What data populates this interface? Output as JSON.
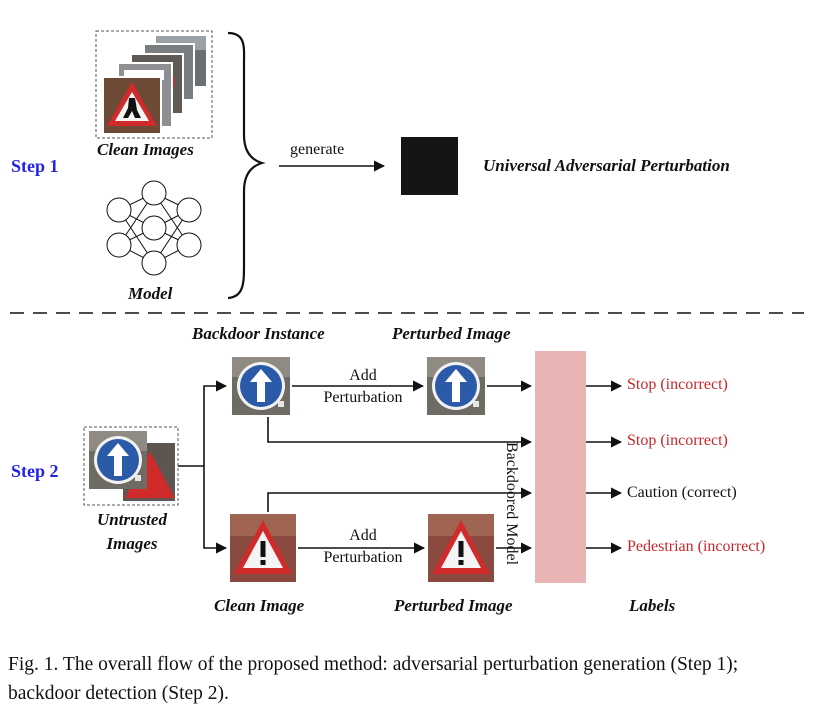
{
  "step1": {
    "label": "Step 1",
    "clean_images": "Clean Images",
    "model": "Model",
    "generate": "generate",
    "uap": "Universal Adversarial Perturbation"
  },
  "step2": {
    "label": "Step 2",
    "untrusted_line1": "Untrusted",
    "untrusted_line2": "Images",
    "backdoor_instance": "Backdoor Instance",
    "perturbed_image_top": "Perturbed Image",
    "clean_image": "Clean Image",
    "perturbed_image_bottom": "Perturbed Image",
    "add_line1": "Add",
    "add_line2": "Perturbation",
    "backdoored_model": "Backdoored Model",
    "labels_heading": "Labels",
    "outputs": [
      "Stop (incorrect)",
      "Stop (incorrect)",
      "Caution (correct)",
      "Pedestrian (incorrect)"
    ]
  },
  "caption": "Fig. 1.   The overall flow of the proposed method: adversarial perturbation generation (Step 1); backdoor detection (Step 2).",
  "colors": {
    "step_label": "#2323e6",
    "incorrect": "#c8262b",
    "model_box": "#e8b4b4"
  }
}
